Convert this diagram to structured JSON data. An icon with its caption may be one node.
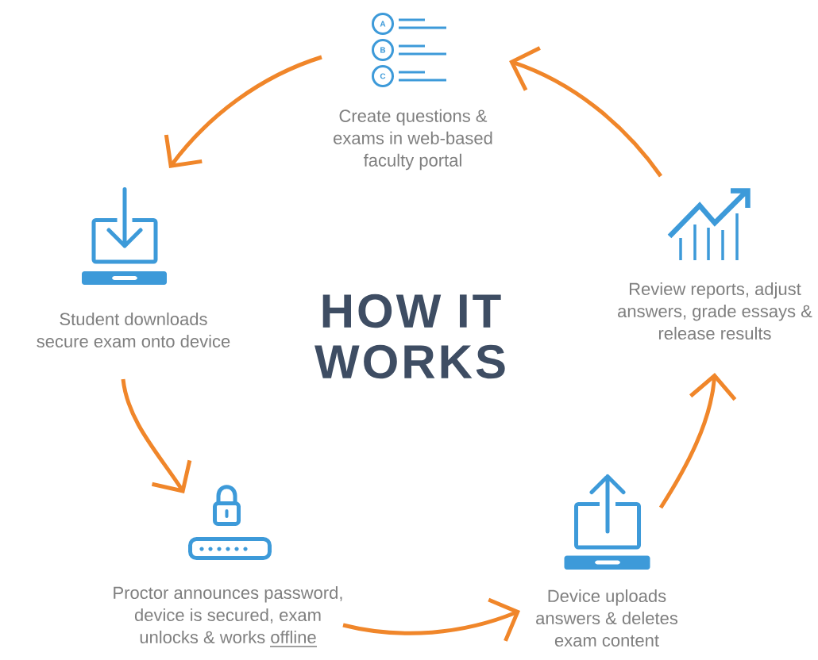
{
  "diagram": {
    "title": "HOW IT WORKS",
    "nodes": [
      {
        "text": [
          "Create questions & exams in web-based faculty portal"
        ]
      },
      {
        "text": [
          "Student downloads secure exam onto device"
        ]
      },
      {
        "text": [
          "Proctor announces password, device is secured, exam unlocks & works offline"
        ]
      },
      {
        "text": [
          "Device uploads answers & deletes exam content"
        ]
      },
      {
        "text": [
          "Review reports, adjust answers, grade essays & release results"
        ]
      }
    ],
    "edges": [
      {
        "from": 0,
        "to": 1,
        "arrow": "to"
      },
      {
        "from": 1,
        "to": 2,
        "arrow": "to"
      },
      {
        "from": 2,
        "to": 3,
        "arrow": "to"
      },
      {
        "from": 3,
        "to": 4,
        "arrow": "to"
      },
      {
        "from": 4,
        "to": 0,
        "arrow": "to"
      }
    ],
    "labels": [
      "A",
      "B",
      "C"
    ]
  }
}
